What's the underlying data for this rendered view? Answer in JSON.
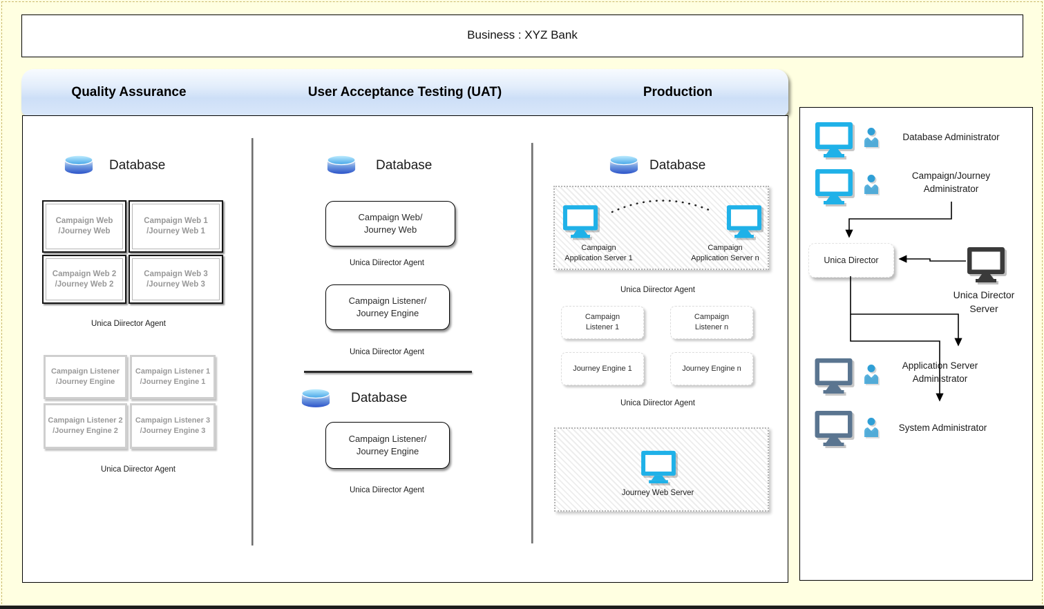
{
  "window": {
    "title": "Business : XYZ Bank"
  },
  "environments": {
    "qa": "Quality Assurance",
    "uat": "User Acceptance Testing (UAT)",
    "production": "Production"
  },
  "labels": {
    "database": "Database",
    "unica_director_agent": "Unica Diirector Agent"
  },
  "qa": {
    "web_cells": [
      {
        "l1": "Campaign Web",
        "l2": "/Journey Web"
      },
      {
        "l1": "Campaign Web 1",
        "l2": "/Journey Web 1"
      },
      {
        "l1": "Campaign Web 2",
        "l2": "/Journey Web 2"
      },
      {
        "l1": "Campaign Web 3",
        "l2": "/Journey Web 3"
      }
    ],
    "listener_cells": [
      {
        "l1": "Campaign Listener",
        "l2": "/Journey Engine"
      },
      {
        "l1": "Campaign Listener 1",
        "l2": "/Journey Engine 1"
      },
      {
        "l1": "Campaign Listener 2",
        "l2": "/Journey Engine 2"
      },
      {
        "l1": "Campaign Listener 3",
        "l2": "/Journey Engine 3"
      }
    ]
  },
  "uat": {
    "web_box": {
      "l1": "Campaign Web/",
      "l2": "Journey Web"
    },
    "listener_box": {
      "l1": "Campaign Listener/",
      "l2": "Journey Engine"
    },
    "listener_box2": {
      "l1": "Campaign Listener/",
      "l2": "Journey Engine"
    }
  },
  "prod": {
    "app_server_1": {
      "l1": "Campaign",
      "l2": "Application Server 1"
    },
    "app_server_n": {
      "l1": "Campaign",
      "l2": "Application Server n"
    },
    "listener_1": {
      "l1": "Campaign",
      "l2": "Listener 1"
    },
    "listener_n": {
      "l1": "Campaign",
      "l2": "Listener n"
    },
    "journey_engine_1": "Journey Engine 1",
    "journey_engine_n": "Journey Engine n",
    "journey_web_server": "Journey Web Server"
  },
  "admins": {
    "database_admin": "Database Administrator",
    "campaign_journey_admin": {
      "l1": "Campaign/Journey",
      "l2": "Administrator"
    },
    "unica_director": "Unica Director",
    "unica_director_server": {
      "l1": "Unica Director",
      "l2": "Server"
    },
    "app_server_admin": {
      "l1": "Application Server",
      "l2": "Administrator"
    },
    "system_admin": "System Administrator"
  },
  "colors": {
    "monitor_cyan": "#1fb1e8",
    "monitor_dark": "#3a3a3a",
    "monitor_slate": "#5a7590",
    "person_blue": "#2f9fd6",
    "db_blue": "#2c53c9",
    "header_blue": "#cddff7",
    "page_background": "#ffffe1"
  }
}
